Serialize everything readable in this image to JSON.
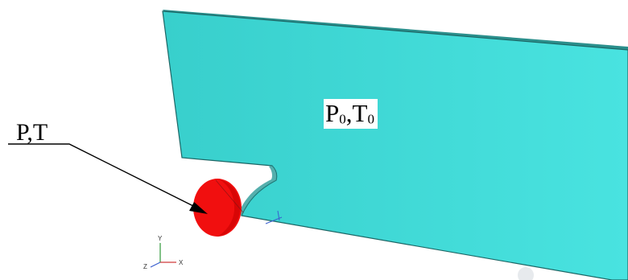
{
  "diagram": {
    "chamber_label": {
      "p_main": "P",
      "p_sub": "0",
      "separator": ",",
      "t_main": "T",
      "t_sub": "0"
    },
    "source_label": "P,T",
    "axes": {
      "y": "Y",
      "z": "Z",
      "x": "X"
    },
    "colors": {
      "plate": "#3FDCD8",
      "plate_edge": "#1E6B6A",
      "sphere": "#F20F0F",
      "leader": "#000000"
    }
  }
}
